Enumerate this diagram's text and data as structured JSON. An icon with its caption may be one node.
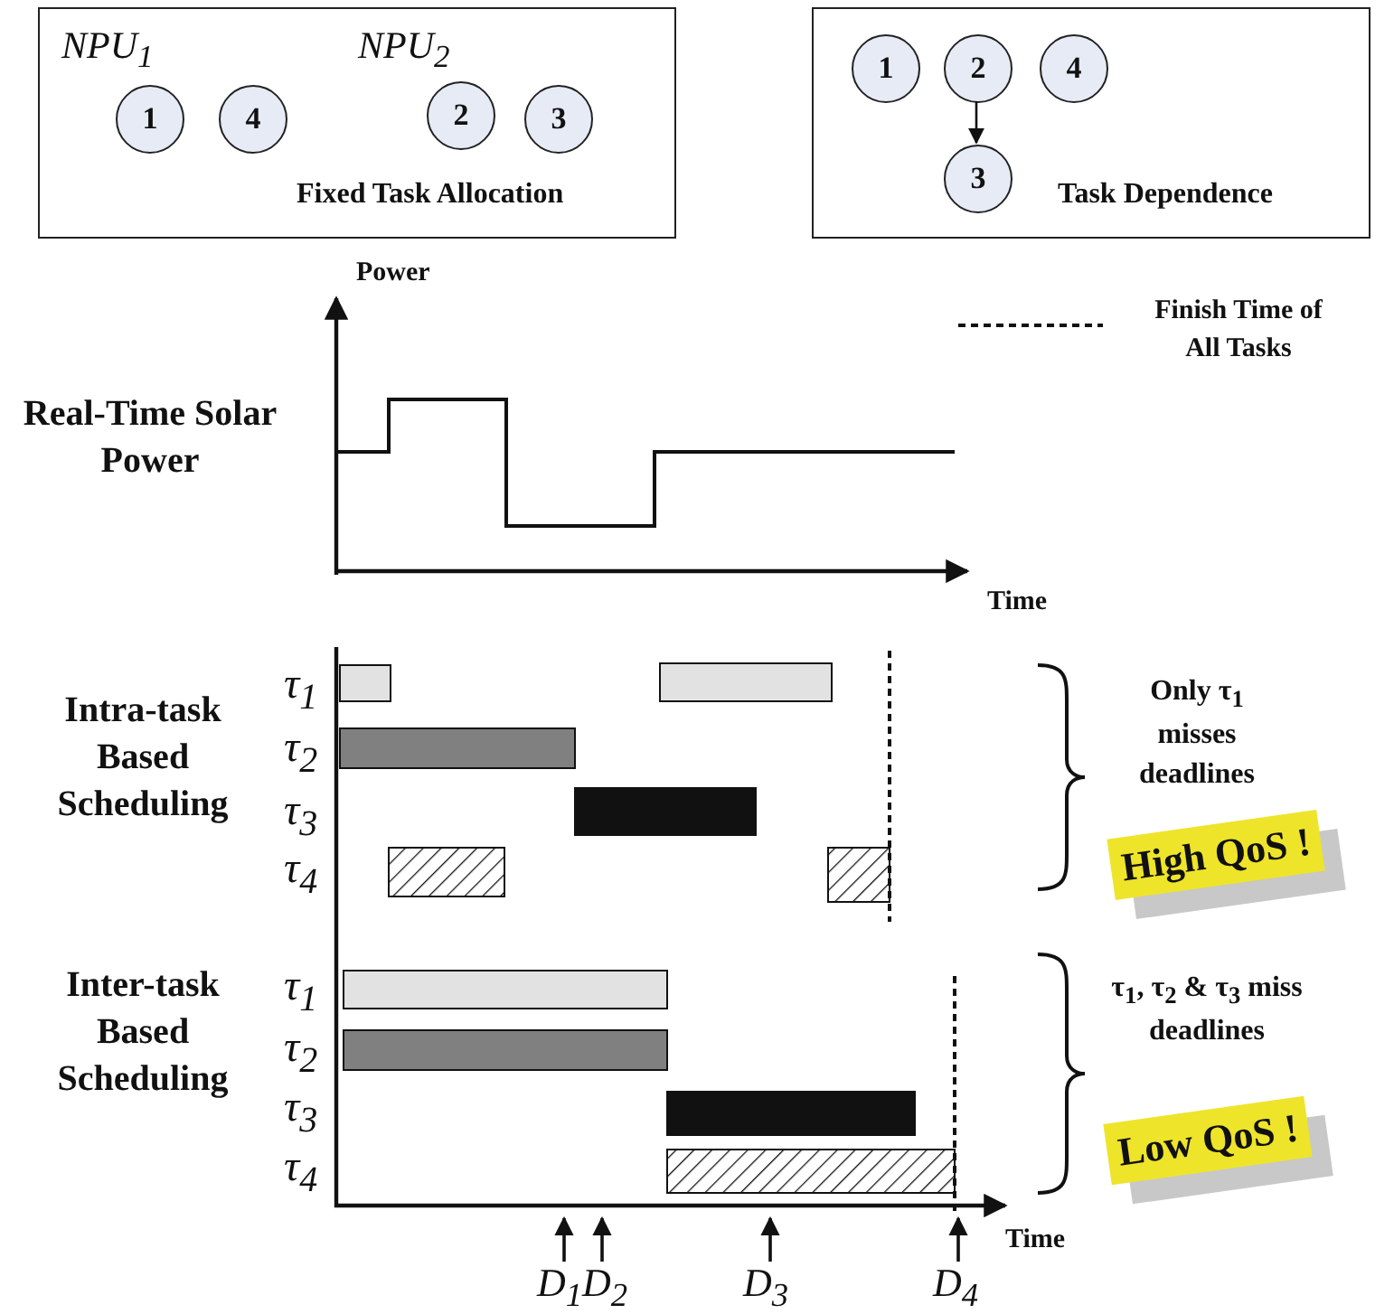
{
  "diagram": {
    "nodes": [
      {
        "text": [
          "NPU$_{1}$",
          "NPU$_{2}$",
          "Fixed Task Allocation"
        ]
      },
      {
        "text": [
          "1"
        ],
        "in": 0
      },
      {
        "text": [
          "4"
        ],
        "in": 0
      },
      {
        "text": [
          "2"
        ],
        "in": 0
      },
      {
        "text": [
          "3"
        ],
        "in": 0
      },
      {
        "text": [
          "Task Dependence"
        ]
      },
      {
        "text": [
          "1"
        ],
        "in": 5
      },
      {
        "text": [
          "2"
        ],
        "in": 5
      },
      {
        "text": [
          "4"
        ],
        "in": 5
      },
      {
        "text": [
          "3"
        ],
        "in": 5
      }
    ],
    "edges": [
      {
        "from": 7,
        "to": 9,
        "arrow": "to"
      }
    ],
    "labels": [
      "Power",
      "Real-Time Solar Power",
      "Time",
      "Intra-task Based Scheduling",
      "τ$_{1}$",
      "τ$_{2}$",
      "τ$_{3}$",
      "τ$_{4}$",
      "Only τ$_{1}$ misses deadlines",
      "High QoS !",
      "Inter-task Based Scheduling",
      "τ$_{1}$",
      "τ$_{2}$",
      "τ$_{3}$",
      "τ$_{4}$",
      "τ$_{1}$, τ$_{2}$ & τ$_{3}$ miss deadlines",
      "Low QoS !",
      "Time",
      "D$_{1}$",
      "D$_{2}$",
      "D$_{3}$",
      "D$_{4}$"
    ],
    "legend": [
      {
        "text": "Finish Time of All Tasks"
      }
    ]
  }
}
